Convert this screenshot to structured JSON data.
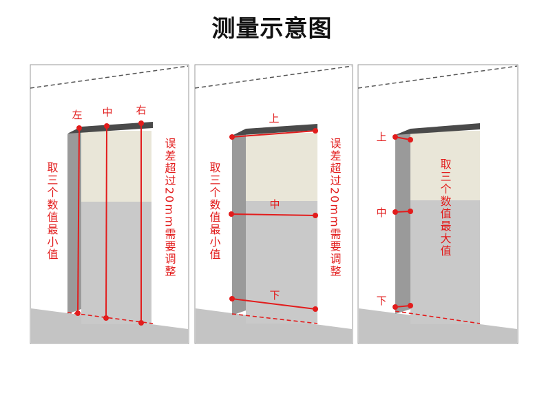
{
  "title": "测量示意图",
  "colors": {
    "accent": "#e21c1c",
    "wall": "#ffffff",
    "opening": "#c9c9c9",
    "opening_light": "#e9e6d8",
    "jamb": "#9a9a9a",
    "floor": "#c4c4c4",
    "header": "#4a4a4a",
    "frame_border": "#999999"
  },
  "panels": [
    {
      "name": "width-measure",
      "point_labels": [
        "左",
        "中",
        "右"
      ],
      "left_note": "取三个数值最小值",
      "right_note": "误差超过20mm需要调整"
    },
    {
      "name": "height-measure",
      "point_labels": [
        "上",
        "中",
        "下"
      ],
      "left_note": "取三个数值最小值",
      "right_note": "误差超过20mm需要调整"
    },
    {
      "name": "depth-measure",
      "point_labels": [
        "上",
        "中",
        "下"
      ],
      "right_note": "取三个数值最大值"
    }
  ]
}
